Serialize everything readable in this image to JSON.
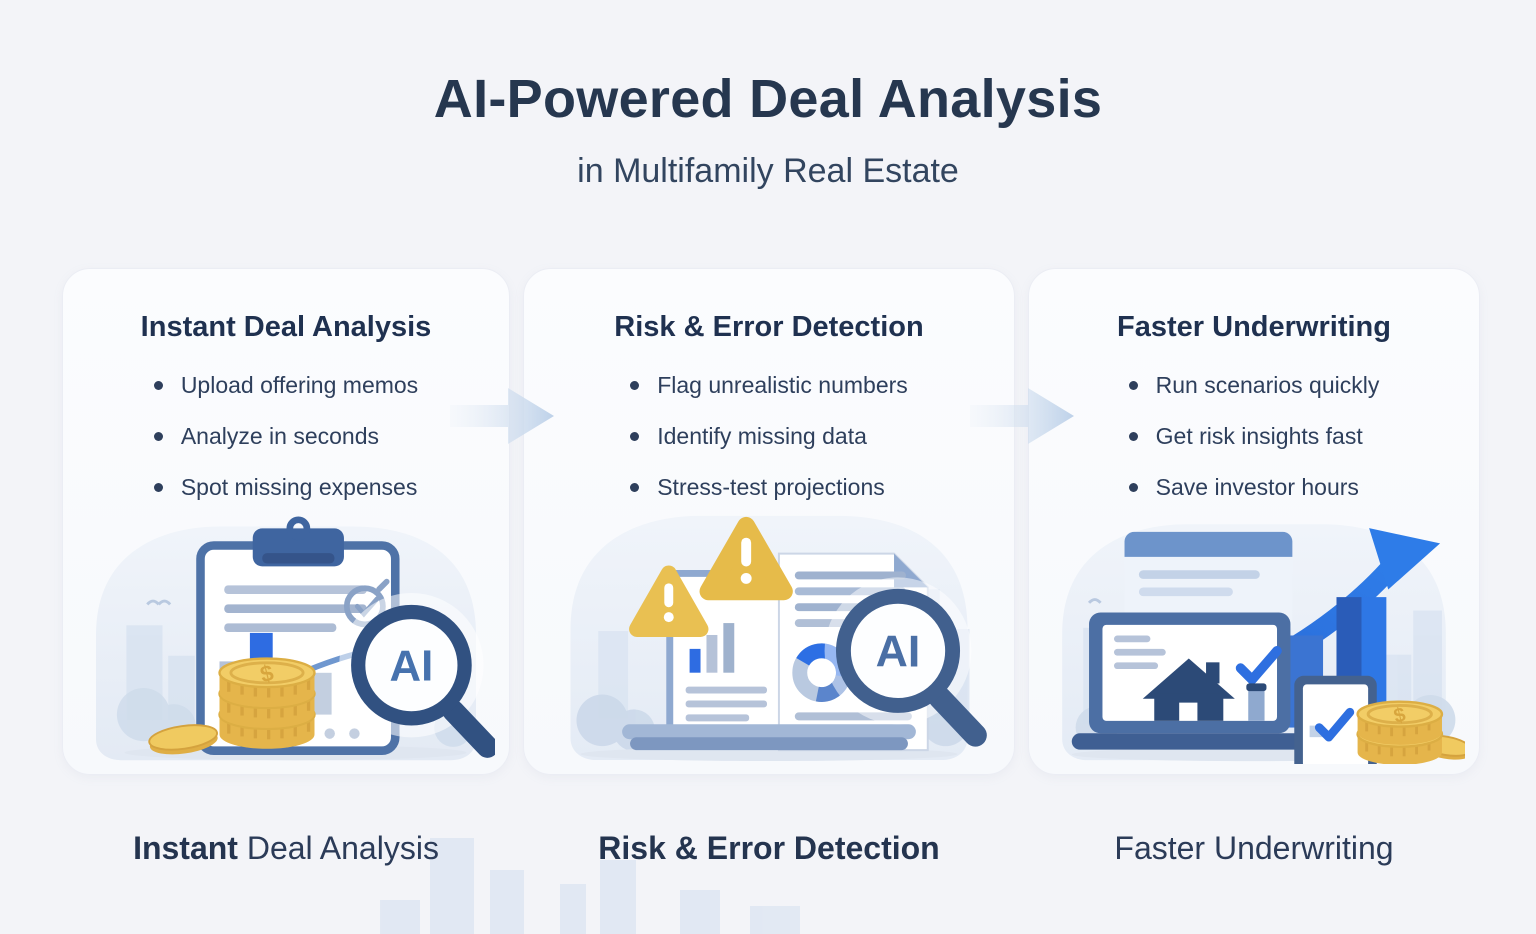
{
  "header": {
    "title": "AI-Powered Deal Analysis",
    "subtitle": "in Multifamily Real Estate"
  },
  "cards": [
    {
      "title": "Instant Deal Analysis",
      "bullets": [
        "Upload offering memos",
        "Analyze in seconds",
        "Spot missing expenses"
      ],
      "illustration": "clipboard report with AI magnifying glass and gold coins",
      "ai_label": "AI",
      "coin_symbol": "$",
      "footer": {
        "bold": "Instant ",
        "regular": "Deal Analysis"
      }
    },
    {
      "title": "Risk & Error Detection",
      "bullets": [
        "Flag unrealistic numbers",
        "Identify missing data",
        "Stress-test projections"
      ],
      "illustration": "documents with warning triangles, donut chart and AI magnifying glass on laptop",
      "ai_label": "AI",
      "footer": {
        "bold": "Risk & Error Detection",
        "regular": ""
      }
    },
    {
      "title": "Faster Underwriting",
      "bullets": [
        "Run scenarios quickly",
        "Get risk insights fast",
        "Save investor hours"
      ],
      "illustration": "laptop with house checkmark, growth arrow, bar chart, tablet and coins",
      "coin_symbol": "$",
      "footer": {
        "bold": "",
        "regular": "Faster Underwriting"
      }
    }
  ],
  "colors": {
    "background": "#f3f4f8",
    "card_background": "#fafbfe",
    "navy_text": "#26374f",
    "accent_blue": "#2e6fe0",
    "steel_blue": "#4e72a7",
    "gold": "#e9bc4f",
    "warning_yellow": "#e9c052",
    "flow_arrow_blue": "#c3d4ea"
  }
}
